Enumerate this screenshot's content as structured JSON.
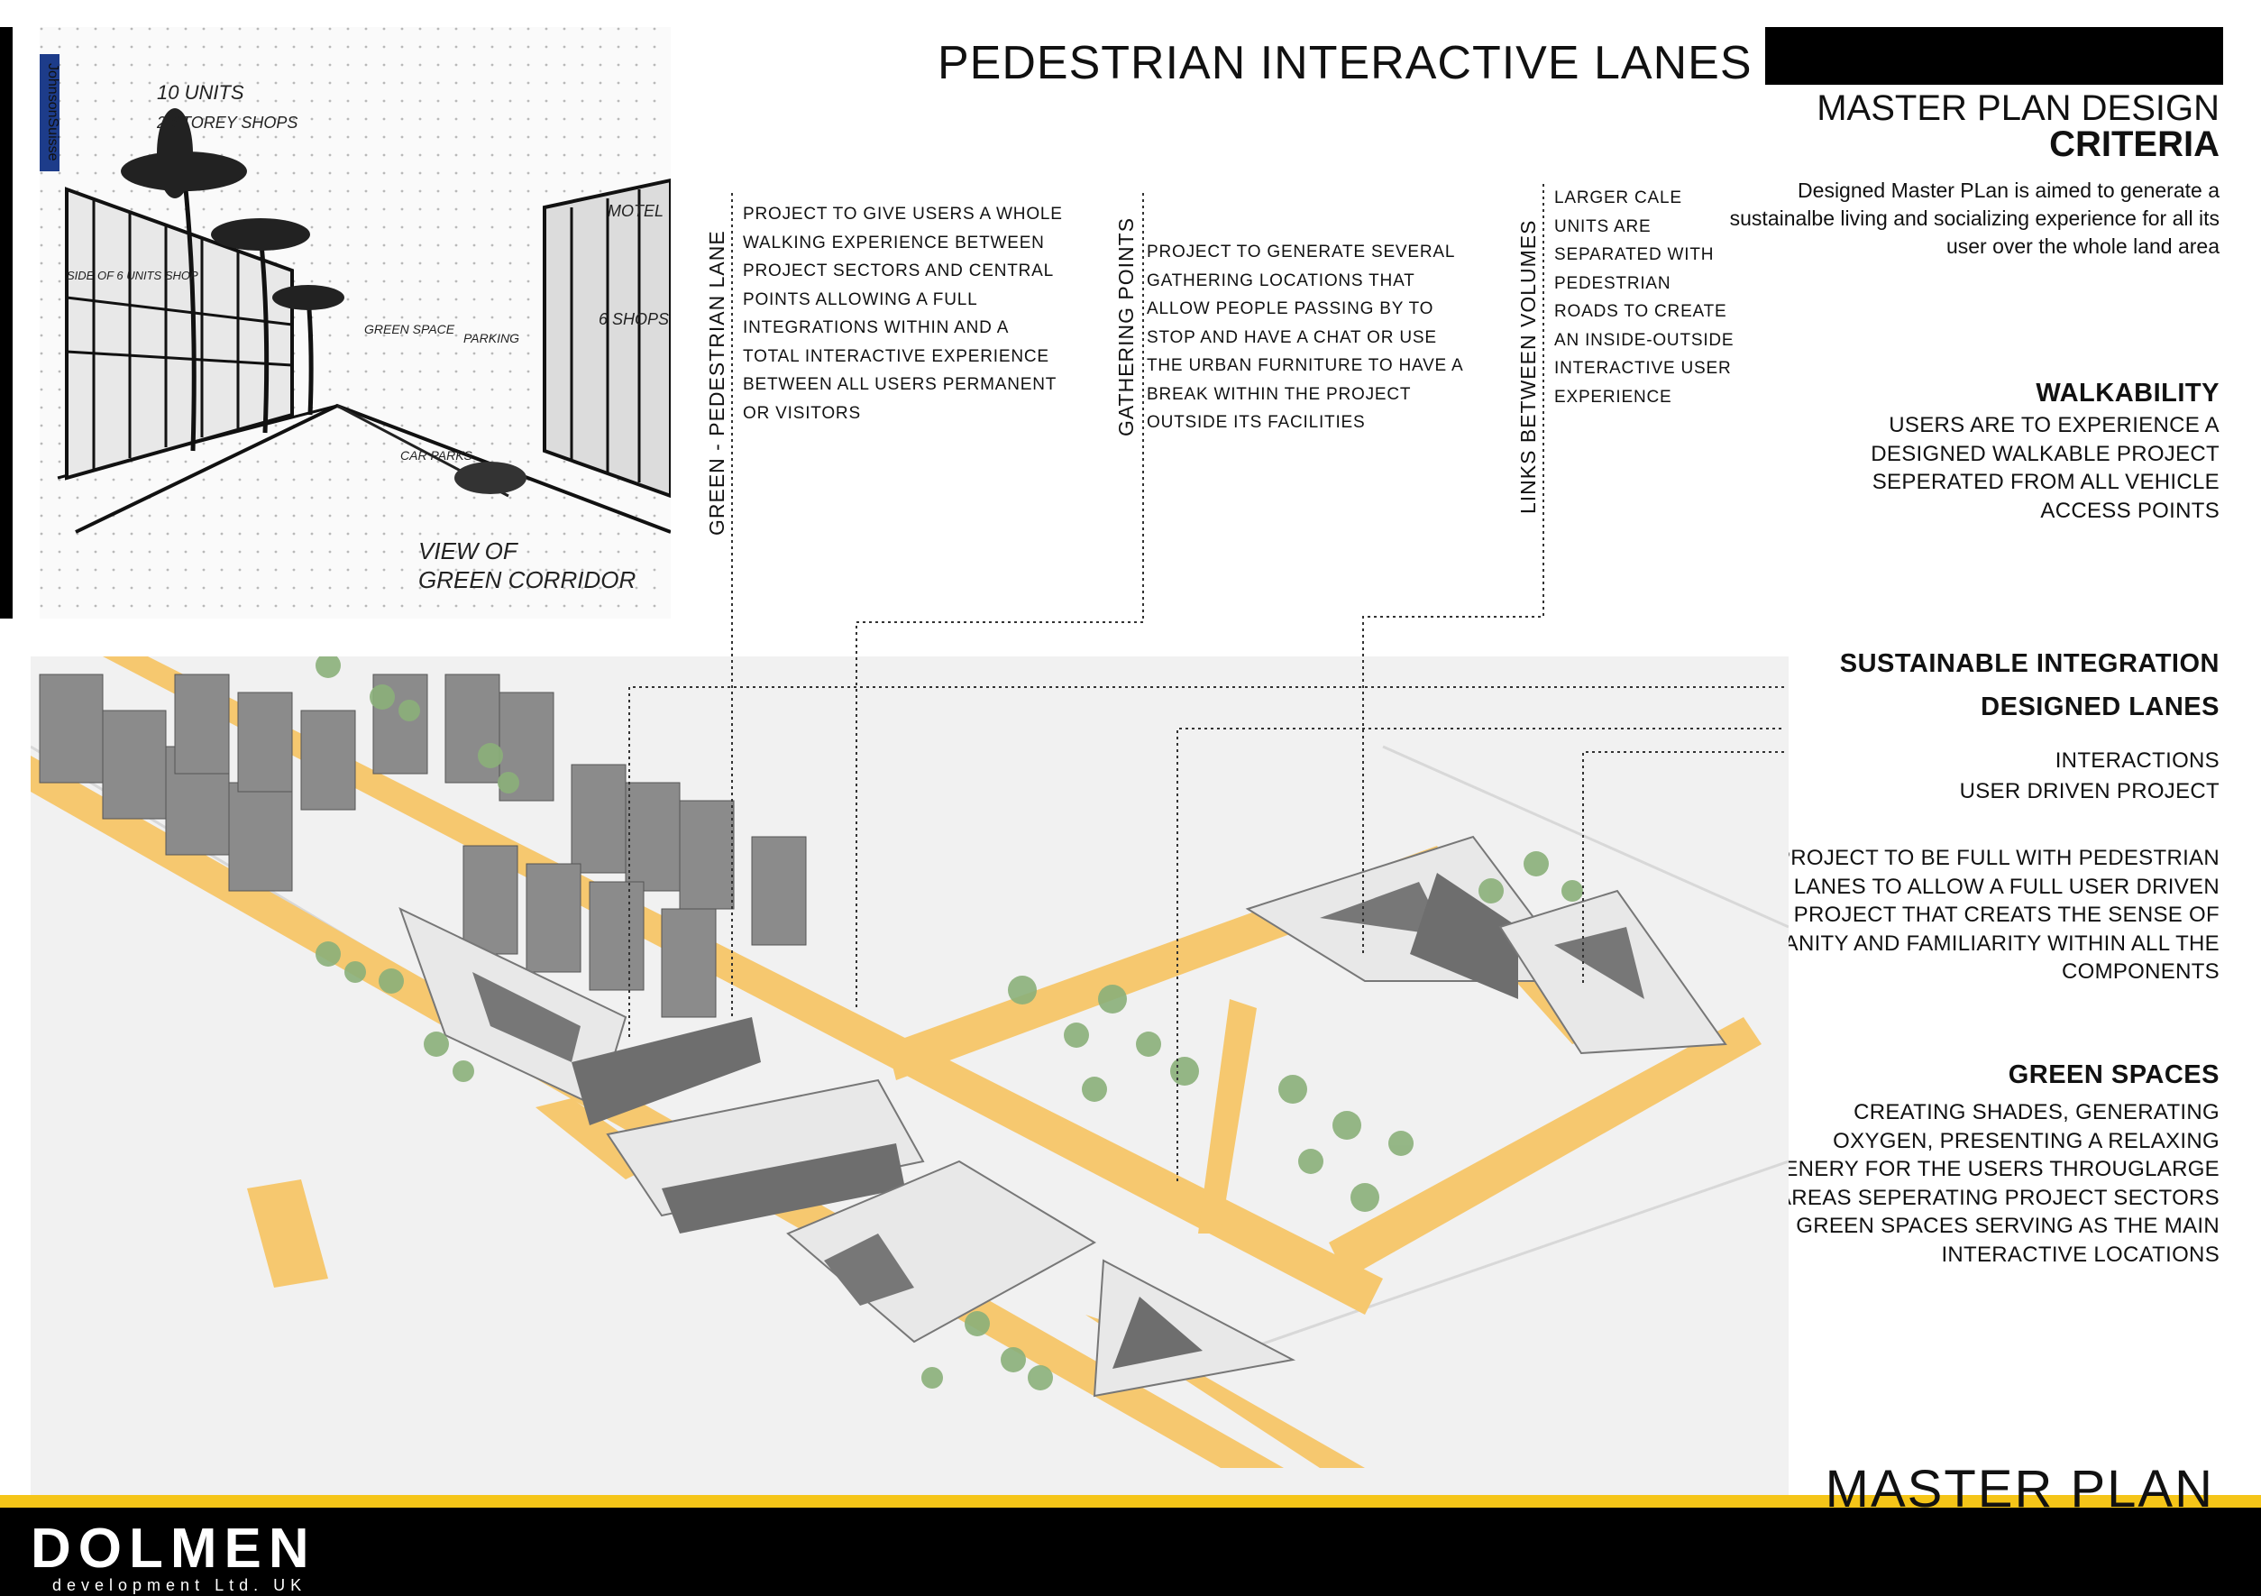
{
  "header": {
    "title": "PEDESTRIAN INTERACTIVE LANES"
  },
  "criteria": {
    "title_line1": "MASTER PLAN DESIGN",
    "title_line2": "CRITERIA",
    "body": "Designed  Master PLan is aimed to generate a sustainalbe living and socializing experience for all its user over the whole land area"
  },
  "sections": {
    "walkability_head": "WALKABILITY",
    "walkability_body": "USERS ARE TO EXPERIENCE A DESIGNED WALKABLE PROJECT SEPERATED FROM ALL VEHICLE ACCESS POINTS",
    "sustainable_head": "SUSTAINABLE INTEGRATION",
    "lanes_head": "DESIGNED LANES",
    "interactions": "INTERACTIONS",
    "user_driven": "USER DRIVEN PROJECT",
    "project_body": "PROJECT TO BE  FULL WITH PEDESTRIAN LANES TO ALLOW A FULL USER DRIVEN PROJECT THAT CREATS THE SENSE OF HUMANITY AND FAMILIARITY WITHIN ALL THE COMPONENTS",
    "green_head": "GREEN SPACES",
    "green_body": "CREATING SHADES, GENERATING OXYGEN, PRESENTING A RELAXING SCENERY FOR THE USERS THROUGLARGE AREAS SEPERATING PROJECT SECTORS IN GREEN SPACES SERVING AS THE MAIN INTERACTIVE LOCATIONS"
  },
  "annotations": {
    "green_lane_label": "GREEN - PEDESTRIAN LANE",
    "green_lane_text": "PROJECT TO GIVE USERS A WHOLE WALKING EXPERIENCE BETWEEN PROJECT SECTORS AND CENTRAL POINTS ALLOWING A FULL INTEGRATIONS WITHIN AND A TOTAL INTERACTIVE EXPERIENCE BETWEEN ALL USERS PERMANENT OR VISITORS",
    "gathering_label": "GATHERING POINTS",
    "gathering_text": "PROJECT TO GENERATE SEVERAL GATHERING LOCATIONS THAT ALLOW PEOPLE PASSING BY TO STOP AND HAVE A CHAT OR USE THE URBAN FURNITURE TO HAVE A BREAK WITHIN THE PROJECT OUTSIDE ITS FACILITIES",
    "links_label": "LINKS BETWEEN VOLUMES",
    "links_text": "LARGER CALE UNITS ARE SEPARATED WITH PEDESTRIAN ROADS TO CREATE AN INSIDE-OUTSIDE INTERACTIVE USER EXPERIENCE"
  },
  "sketch": {
    "note1": "10 UNITS",
    "note2": "2 STOREY SHOPS",
    "note3": "MOTEL",
    "note4": "6 SHOPS",
    "note5": "GREEN SPACE",
    "note6": "PARKING",
    "note7": "CAR PARKS",
    "note8": "SIDE OF 6 UNITS SHOP",
    "note9": "VIEW OF",
    "note10": "GREEN CORRIDOR",
    "brand": "JohnsonSuisse"
  },
  "footer": {
    "master_plan": "MASTER PLAN",
    "logo": "DOLMEN",
    "logo_sub": "development Ltd. UK"
  },
  "colors": {
    "lane": "#f6c86f",
    "building": "#7d7d7d",
    "tree": "#8bb07a",
    "accent": "#f5c518"
  }
}
